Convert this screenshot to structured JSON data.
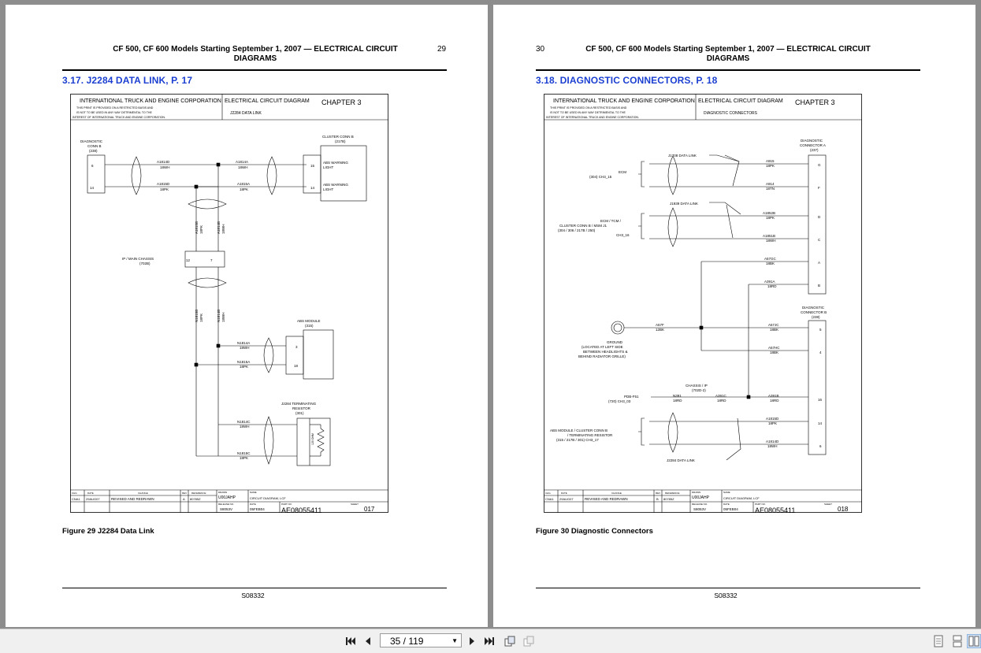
{
  "pages": {
    "left": {
      "header_title_line1": "CF 500, CF 600 Models Starting September 1, 2007 — ELECTRICAL CIRCUIT",
      "header_title_line2": "DIAGRAMS",
      "page_number": "29",
      "section_title": "3.17.  J2284 DATA LINK, P. 17",
      "figure_caption": "Figure 29   J2284 Data Link",
      "footer_code": "S08332",
      "diagram": {
        "company": "INTERNATIONAL TRUCK AND ENGINE CORPORATION",
        "notice1": "THIS PRINT IS PROVIDED ON A RESTRICTED BASIS AND",
        "notice2": "IS NOT TO BE USED IN ANY WAY DETRIMENTAL TO THE",
        "notice3": "INTEREST OF INTERNATIONAL TRUCK AND ENGINE CORPORATION.",
        "doc_title": "ELECTRICAL CIRCUIT DIAGRAM",
        "subtitle": "J2284 DATA LINK",
        "chapter": "CHAPTER 3",
        "diag_conn_b": "DIAGNOSTIC",
        "diag_conn_b2": "CONN B",
        "diag_conn_b3": "(238)",
        "pin6": "6",
        "pin14": "14",
        "w1": "A1814D",
        "w1g": "18WH",
        "w2": "A1815D",
        "w2g": "18PK",
        "w3": "A1814A",
        "w3g": "18WH",
        "w4": "A1815A",
        "w4g": "18PK",
        "cluster": "CLUSTER CONN B",
        "cluster2": "(217B)",
        "cpin15": "15",
        "cpin14": "14",
        "abs_warn1": "ABS WARNING",
        "abs_warn1b": "LIGHT",
        "abs_warn2": "ABS WARNING",
        "abs_warn2b": "LIGHT",
        "vert1": "A1815B",
        "vert1g": "18PK",
        "vert2": "A1814B",
        "vert2g": "18WH",
        "ip_main": "IP / MAIN CHASSIS",
        "ip_main2": "(702B)",
        "ppin12": "12",
        "ppin7": "7",
        "vert3": "N1815B",
        "vert3g": "18PK",
        "vert4": "N1814B",
        "vert4g": "18WH",
        "abs_mod": "ABS MODULE",
        "abs_mod2": "(315)",
        "w5": "N1814A",
        "w5g": "18WH",
        "w6": "N1815A",
        "w6g": "18PK",
        "apin3": "3",
        "apin18": "18",
        "term": "J2284 TERMINATING",
        "term2": "RESISTOR",
        "term3": "(301)",
        "w7": "N1814C",
        "w7g": "18WH",
        "w8": "N1815C",
        "w8g": "18PK",
        "res_label": "120 OHM",
        "tb_chg": "CHG",
        "tb_date": "DATE",
        "tb_change": "CHANGE",
        "tb_rev": "REV",
        "tb_ref": "REFERENCE",
        "tb_chg1": "CNA1",
        "tb_date1": "29AUG07",
        "tb_change1": "REVISED AND REDRAWN",
        "tb_rev1": "A",
        "tb_ref1": "80785Z",
        "tb_drawn": "DRAWN",
        "tb_drawn_v": "U00JAHP",
        "tb_name": "NAME",
        "tb_name_v": "CIRCUIT DIAGRAM, LCF",
        "tb_release": "RELEASE NO.",
        "tb_release_v": "S8053V",
        "tb_datel": "DATE",
        "tb_date_v": "05FEB04",
        "tb_part": "PART NO.",
        "tb_part_v": "AE08055411",
        "tb_sheet": "SHEET",
        "tb_sheet_v": "017"
      }
    },
    "right": {
      "header_title_line1": "CF 500, CF 600 Models Starting September 1, 2007 — ELECTRICAL CIRCUIT",
      "header_title_line2": "DIAGRAMS",
      "page_number": "30",
      "section_title": "3.18.  DIAGNOSTIC CONNECTORS, P. 18",
      "figure_caption": "Figure 30   Diagnostic Connectors",
      "footer_code": "S08332",
      "diagram": {
        "company": "INTERNATIONAL TRUCK AND ENGINE CORPORATION",
        "notice1": "THIS PRINT IS PROVIDED ON A RESTRICTED BASIS AND",
        "notice2": "IS NOT TO BE USED IN ANY WAY DETRIMENTAL TO THE",
        "notice3": "INTEREST OF INTERNATIONAL TRUCK AND ENGINE CORPORATION.",
        "doc_title": "ELECTRICAL CIRCUIT DIAGRAM",
        "subtitle": "DIAGNOSTIC CONNECTORS",
        "chapter": "CHAPTER 3",
        "conn_a": "DIAGNOSTIC",
        "conn_a2": "CONNECTOR A",
        "conn_a3": "(237)",
        "j1708": "J1708 DATA LINK",
        "ecm": "ECM",
        "ecm2": "(304) CH3_15",
        "a915": "A915",
        "a915g": "18PK",
        "a914": "A914",
        "a914g": "18TN",
        "pinG": "G",
        "pinF": "F",
        "j1939": "J1939 DATA LINK",
        "ecm_tcm": "ECM / TCM /",
        "ecm_tcm2": "CLUSTER CONN B / MSM J1",
        "ecm_tcm3": "(304 / 306 / 217B / 250)",
        "ch316": "CH3_16",
        "a1852b": "A1852B",
        "a1852bg": "18PK",
        "a1851b": "A1851B",
        "a1851bg": "18WH",
        "pinD": "D",
        "pinC": "C",
        "a57gc": "A57GC",
        "a57gcg": "18BK",
        "pinA": "A",
        "a391a": "A391A",
        "a391ag": "18RD",
        "pinB": "B",
        "conn_b": "DIAGNOSTIC",
        "conn_b2": "CONNECTOR B",
        "conn_b3": "(238)",
        "a57f": "A57F",
        "a57fg": "12BK",
        "ground": "GROUND",
        "ground2": "(LOCATED AT LEFT SIDE",
        "ground3": "BETWEEN HEADLIGHTS &",
        "ground4": "BEHIND RADIATOR GRILLE)",
        "a57jc": "A57JC",
        "a57jcg": "18BK",
        "a57hc": "A57HC",
        "a57hcg": "18BK",
        "pin5": "5",
        "pin4": "4",
        "chassis_ip": "CHASSIS / IP",
        "chassis_ip2": "(702D-2)",
        "pdb": "PDB-F51",
        "pdb2": "(720) CH3_03",
        "n391": "N391",
        "n391g": "18RD",
        "a391c": "A391C",
        "a391cg": "18RD",
        "a391b": "A391B",
        "a391bg": "18RD",
        "pin16": "16",
        "abs_cl": "ABS MODULE / CLUSTER CONN B",
        "abs_cl2": "/ TERMINATING RESISTOR",
        "abs_cl3": "(315 / 217B / 301) CH3_17",
        "a1815d": "A1815D",
        "a1815dg": "18PK",
        "a1814d": "A1814D",
        "a1814dg": "18WH",
        "pin14": "14",
        "pin6": "6",
        "j2284": "J2284 DATA LINK",
        "tb_chg": "CHG",
        "tb_date": "DATE",
        "tb_change": "CHANGE",
        "tb_rev": "REV",
        "tb_ref": "REFERENCE",
        "tb_chg1": "CNA1",
        "tb_date1": "29AUG07",
        "tb_change1": "REVISED AND REDRAWN",
        "tb_rev1": "B",
        "tb_ref1": "80785Z",
        "tb_drawn": "DRAWN",
        "tb_drawn_v": "U00JAHP",
        "tb_name": "NAME",
        "tb_name_v": "CIRCUIT DIAGRAM, LCF",
        "tb_release": "RELEASE NO.",
        "tb_release_v": "S8053V",
        "tb_datel": "DATE",
        "tb_date_v": "05FEB04",
        "tb_part": "PART NO.",
        "tb_part_v": "AE08055411",
        "tb_sheet": "SHEET",
        "tb_sheet_v": "018"
      }
    }
  },
  "toolbar": {
    "page_indicator": "35 / 119",
    "icons": [
      "first-page-icon",
      "prev-page-icon",
      "page-select-dropdown-icon",
      "next-page-icon",
      "last-page-icon",
      "rotate-page-icon",
      "copy-page-icon",
      "single-page-view-icon",
      "continuous-view-icon",
      "two-page-view-icon"
    ]
  }
}
